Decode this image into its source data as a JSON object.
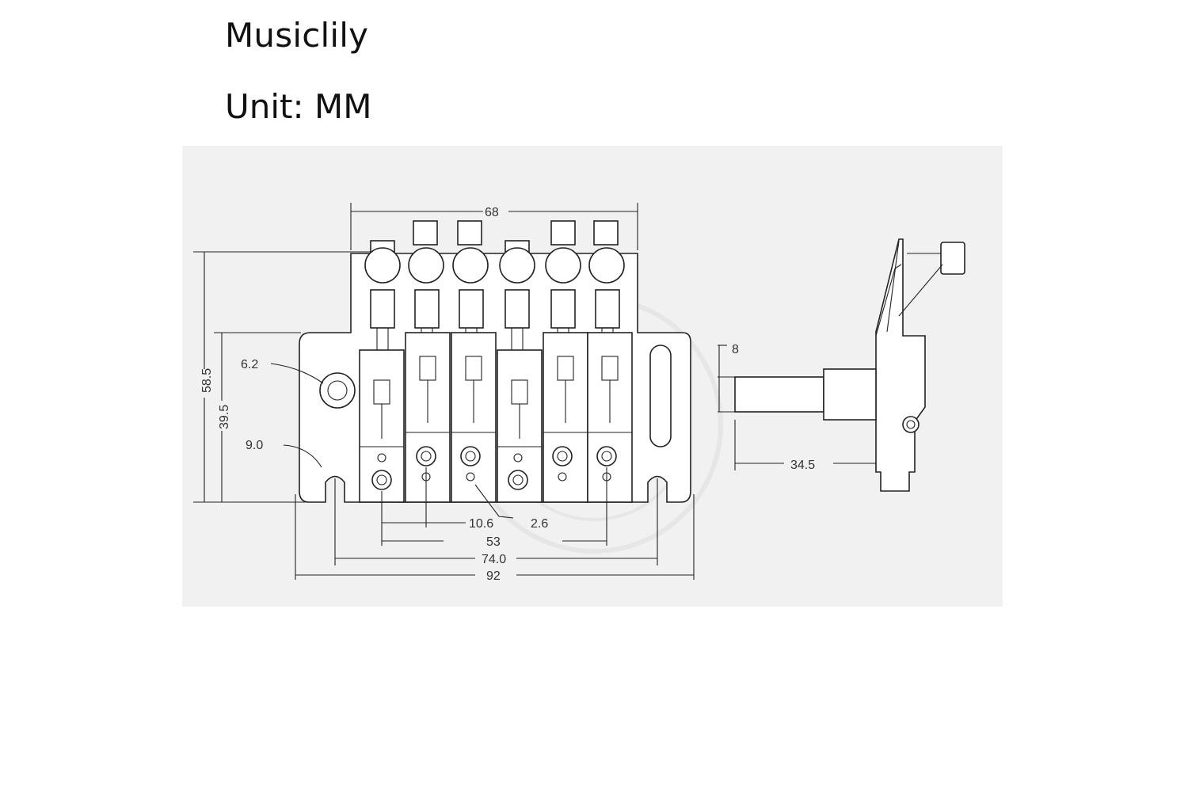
{
  "header": {
    "brand": "Musiclily",
    "unit_label": "Unit: MM"
  },
  "diagram": {
    "dimensions": {
      "top_width": "68",
      "height_overall": "58.5",
      "height_mount": "39.5",
      "hole_diameter": "6.2",
      "slot_radius": "9.0",
      "saddle_spacing": "10.6",
      "screw": "2.6",
      "string_span": "53",
      "mount_span": "74.0",
      "total_width": "92",
      "block_thickness": "8",
      "block_length": "34.5"
    }
  }
}
